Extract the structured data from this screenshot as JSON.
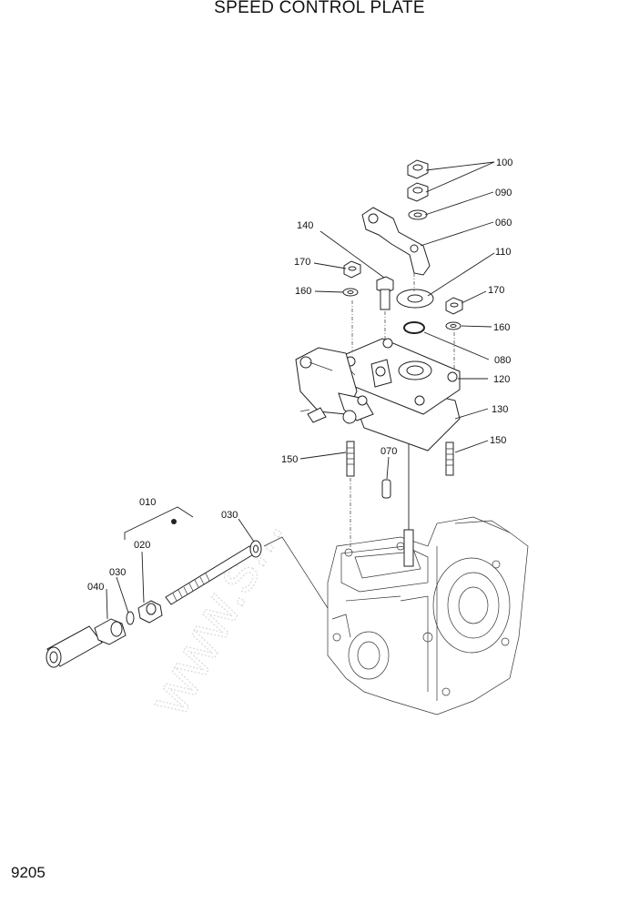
{
  "title": "SPEED CONTROL PLATE",
  "page_number": "9205",
  "watermark": "www.s...",
  "callouts": {
    "c100": "100",
    "c090": "090",
    "c060": "060",
    "c140": "140",
    "c110": "110",
    "c170a": "170",
    "c170b": "170",
    "c160a": "160",
    "c160b": "160",
    "c080": "080",
    "c120": "120",
    "c130": "130",
    "c150a": "150",
    "c150b": "150",
    "c070": "070",
    "c010": "010",
    "c030a": "030",
    "c020": "020",
    "c030b": "030",
    "c040": "040"
  }
}
